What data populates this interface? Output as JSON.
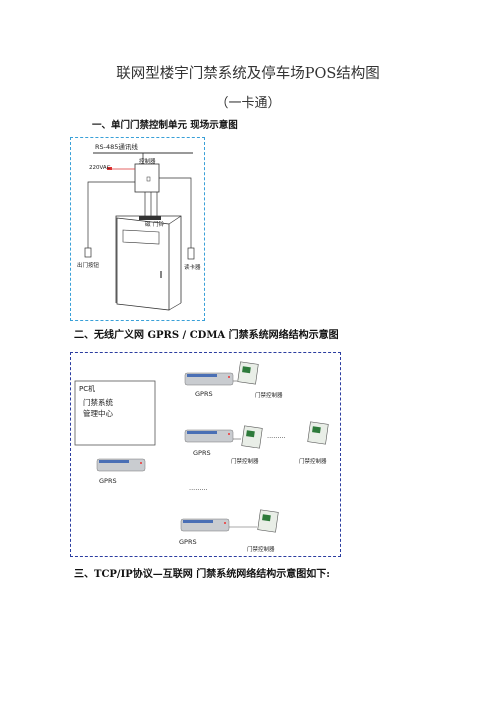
{
  "doc": {
    "title": "联网型楼宇门禁系统及停车场POS结构图",
    "subtitle": "（一卡通）",
    "section1": "一、单门门禁控制单元  现场示意图",
    "section2": "二、无线广义网 GPRS / CDMA  门禁系统网络结构示意图",
    "section3": "三、TCP/IP协议—互联网  门禁系统网络结构示意图如下:"
  },
  "diagram1": {
    "bus_label": "RS-485通讯线",
    "controller_label": "控制器",
    "power_label": "220VAC",
    "lock_label1": "磁",
    "lock_label2": "门铃",
    "exit_button_label": "出门按钮",
    "reader_label": "读卡器"
  },
  "diagram2": {
    "pc_title": "PC机",
    "pc_line1": "门禁系统",
    "pc_line2": "管理中心",
    "gprs_center": "GPRS",
    "gprs_1": "GPRS",
    "gprs_2": "GPRS",
    "gprs_3": "GPRS",
    "ctrl_1": "门禁控制器",
    "ctrl_2a": "门禁控制器",
    "ctrl_2b": "门禁控制器",
    "ctrl_3": "门禁控制器",
    "dots_1": "·········",
    "dots_2": "·········"
  }
}
